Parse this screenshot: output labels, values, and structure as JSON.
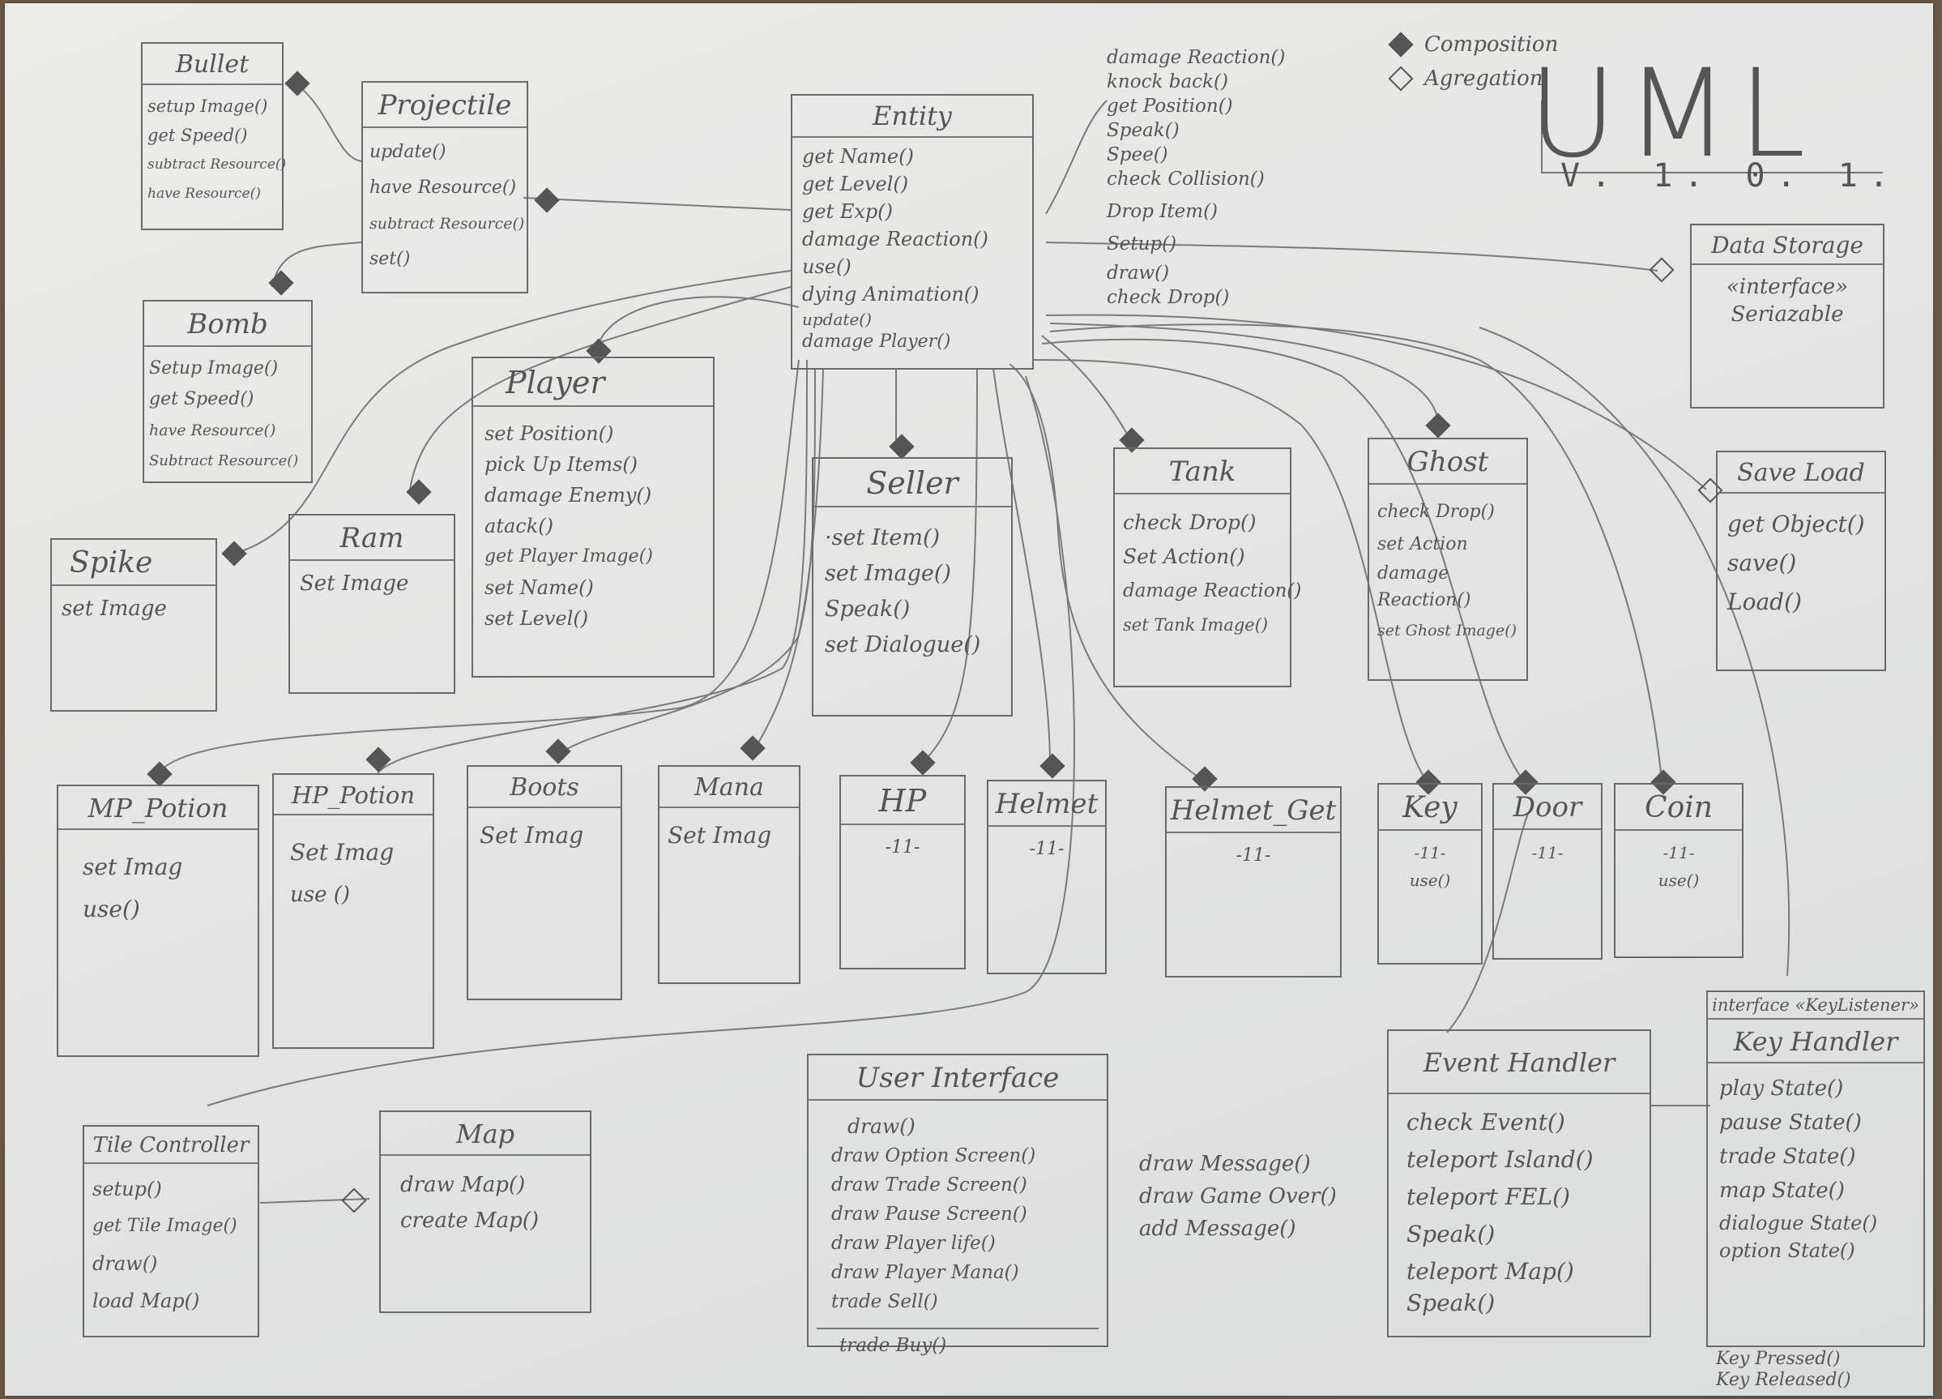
{
  "header": {
    "title": "UML",
    "version": "V. 1. 0. 1."
  },
  "legend": {
    "composition": "Composition",
    "aggregation": "Agregation"
  },
  "entity_notes": [
    "damage Reaction()",
    "knock back()",
    "get Position()",
    "Speak()",
    "Spee()",
    "check Collision()",
    "Drop Item()",
    "Setup()",
    "draw()",
    "check Drop()"
  ],
  "ui_notes": [
    "draw Message()",
    "draw Game Over()",
    "add Message()"
  ],
  "classes": {
    "bullet": {
      "name": "Bullet",
      "methods": [
        "setup Image()",
        "get Speed()",
        "subtract Resource()",
        "have Resource()"
      ]
    },
    "projectile": {
      "name": "Projectile",
      "methods": [
        "update()",
        "have Resource()",
        "subtract Resource()",
        "set()"
      ]
    },
    "bomb": {
      "name": "Bomb",
      "methods": [
        "Setup Image()",
        "get Speed()",
        "have Resource()",
        "Subtract Resource()"
      ]
    },
    "entity": {
      "name": "Entity",
      "methods": [
        "get Name()",
        "get Level()",
        "get Exp()",
        "damage Reaction()",
        "use()",
        "dying Animation()",
        "update()",
        "damage Player()"
      ]
    },
    "data_storage": {
      "name": "Data Storage",
      "stereotype": "«interface»",
      "methods": [
        "Seriazable"
      ]
    },
    "save_load": {
      "name": "Save Load",
      "methods": [
        "get Object()",
        "save()",
        "Load()"
      ]
    },
    "player": {
      "name": "Player",
      "methods": [
        "set Position()",
        "pick Up Items()",
        "damage Enemy()",
        "atack()",
        "get Player Image()",
        "set Name()",
        "set Level()"
      ]
    },
    "spike": {
      "name": "Spike",
      "methods": [
        "set Image"
      ]
    },
    "ram": {
      "name": "Ram",
      "methods": [
        "Set Image"
      ]
    },
    "seller": {
      "name": "Seller",
      "methods": [
        "·set Item()",
        "set Image()",
        "Speak()",
        "set Dialogue()"
      ]
    },
    "tank": {
      "name": "Tank",
      "methods": [
        "check Drop()",
        "Set Action()",
        "damage Reaction()",
        "set Tank Image()"
      ]
    },
    "ghost": {
      "name": "Ghost",
      "methods": [
        "check Drop()",
        "set Action",
        "damage",
        "Reaction()",
        "set Ghost Image()"
      ]
    },
    "mp_potion": {
      "name": "MP_Potion",
      "methods": [
        "set Imag",
        "use()"
      ]
    },
    "hp_potion": {
      "name": "HP_Potion",
      "methods": [
        "Set Imag",
        "use ()"
      ]
    },
    "boots": {
      "name": "Boots",
      "methods": [
        "Set Imag"
      ]
    },
    "mana": {
      "name": "Mana",
      "methods": [
        "Set Imag"
      ]
    },
    "hp": {
      "name": "HP",
      "methods": [
        "-11-"
      ]
    },
    "helmet": {
      "name": "Helmet",
      "methods": [
        "-11-"
      ]
    },
    "helmet_get": {
      "name": "Helmet_Get",
      "methods": [
        "-11-"
      ]
    },
    "key": {
      "name": "Key",
      "methods": [
        "-11-",
        "use()"
      ]
    },
    "door": {
      "name": "Door",
      "methods": [
        "-11-"
      ]
    },
    "coin": {
      "name": "Coin",
      "methods": [
        "-11-",
        "use()"
      ]
    },
    "tile_controller": {
      "name": "Tile Controller",
      "methods": [
        "setup()",
        "get Tile Image()",
        "draw()",
        "load Map()"
      ]
    },
    "map": {
      "name": "Map",
      "methods": [
        "draw Map()",
        "create Map()"
      ]
    },
    "user_interface": {
      "name": "User Interface",
      "methods": [
        "draw()",
        "draw Option Screen()",
        "draw Trade Screen()",
        "draw Pause Screen()",
        "draw Player life()",
        "draw Player Mana()",
        "trade Sell()",
        "trade Buy()"
      ]
    },
    "event_handler": {
      "name": "Event Handler",
      "methods": [
        "check Event()",
        "teleport Island()",
        "teleport FEL()",
        "Speak()",
        "teleport Map()",
        "Speak()"
      ]
    },
    "key_handler": {
      "name": "Key Handler",
      "stereotype": "interface «KeyListener»",
      "methods": [
        "play State()",
        "pause State()",
        "trade State()",
        "map State()",
        "dialogue State()",
        "option State()",
        "Key Pressed()",
        "Key Released()"
      ]
    }
  }
}
